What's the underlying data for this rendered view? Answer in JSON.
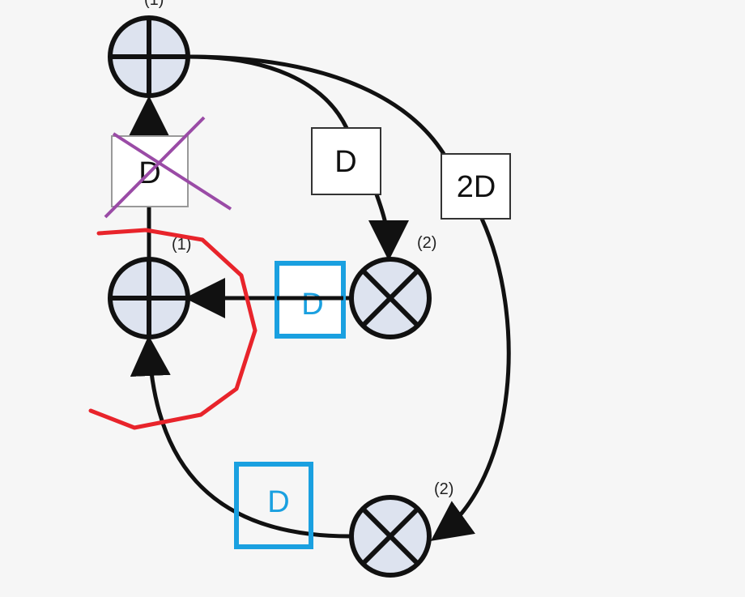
{
  "diagram": {
    "labels": {
      "top_sum_index": "(1)",
      "mid_sum_index": "(1)",
      "mid_mult_index": "(2)",
      "bottom_mult_index": "(2)",
      "delay_crossed": "D",
      "delay_right": "D",
      "delay_2d": "2D",
      "delay_blue_mid": "D",
      "delay_blue_bottom": "D"
    },
    "colors": {
      "node_fill": "#dde3ef",
      "ink": "#111111",
      "annotation_red": "#e8242b",
      "annotation_purple": "#9a4ba6",
      "annotation_blue": "#1aa0e0"
    }
  }
}
